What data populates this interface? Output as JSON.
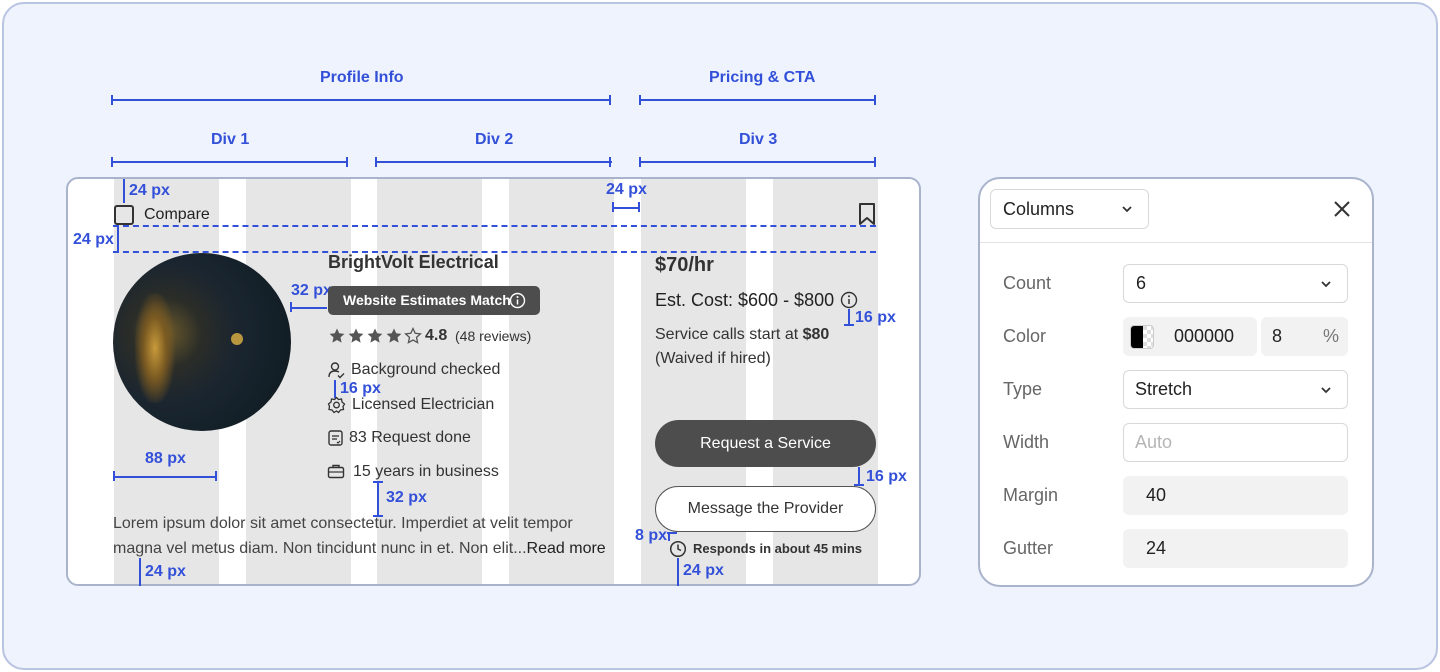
{
  "annotations": {
    "section_profile": "Profile Info",
    "section_pricing": "Pricing & CTA",
    "div1": "Div 1",
    "div2": "Div 2",
    "div3": "Div 3",
    "sp_top": "24 px",
    "sp_gutter": "24 px",
    "sp_row": "24 px",
    "sp_img_gap": "32 px",
    "sp_icon_gap": "16 px",
    "sp_price_gap": "16 px",
    "sp_img_width": "88 px",
    "sp_list_gap": "32 px",
    "sp_btn_gap": "16 px",
    "sp_msg_gap": "8 px",
    "sp_bottom_left": "24 px",
    "sp_bottom_right": "24 px"
  },
  "card": {
    "compare_label": "Compare",
    "name": "BrightVolt Electrical",
    "tooltip": "Website Estimates Match",
    "rating_value": "4.8",
    "rating_count": "(48 reviews)",
    "rating_stars": 4,
    "features": [
      "Background checked",
      "Licensed Electrician",
      "83 Request done",
      "15 years in business"
    ],
    "description_line1": "Lorem ipsum dolor sit amet consectetur. Imperdiet at velit tempor",
    "description_line2": "magna vel metus diam. Non tincidunt nunc in et. Non elit...",
    "read_more": "Read more",
    "rate": "$70/hr",
    "est_cost": "Est. Cost: $600 - $800",
    "service_call_prefix": "Service calls start at ",
    "service_call_amount": "$80",
    "waived": "(Waived if hired)",
    "request_button": "Request a Service",
    "message_button": "Message the Provider",
    "responds": "Responds in about 45 mins"
  },
  "panel": {
    "dropdown": "Columns",
    "count_label": "Count",
    "count_value": "6",
    "color_label": "Color",
    "color_hex": "000000",
    "color_opacity": "8",
    "color_unit": "%",
    "type_label": "Type",
    "type_value": "Stretch",
    "width_label": "Width",
    "width_placeholder": "Auto",
    "margin_label": "Margin",
    "margin_value": "40",
    "gutter_label": "Gutter",
    "gutter_value": "24"
  },
  "colors": {
    "accent": "#3350d9",
    "background": "#eef3fd",
    "column_overlay": "#e6e6e6",
    "button_dark": "#4d4d4d"
  },
  "icons": [
    "checkbox-icon",
    "bookmark-icon",
    "info-icon",
    "star-icon",
    "user-check-icon",
    "badge-icon",
    "clipboard-icon",
    "briefcase-icon",
    "clock-icon",
    "chevron-down-icon",
    "close-icon"
  ]
}
